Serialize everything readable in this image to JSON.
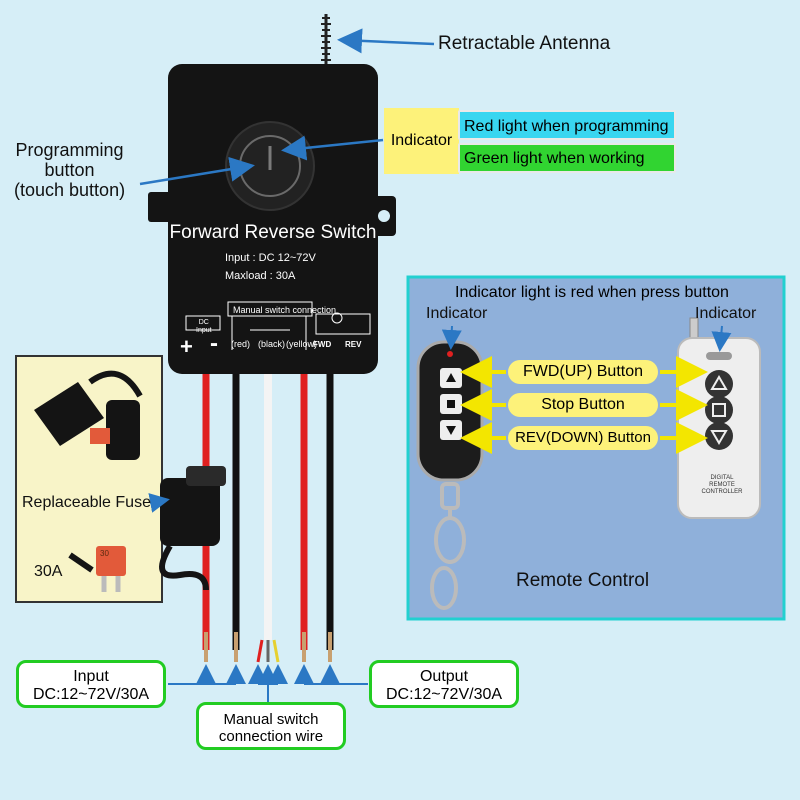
{
  "labels": {
    "antenna": "Retractable Antenna",
    "programming_line1": "Programming",
    "programming_line2": "button",
    "programming_line3": "(touch button)",
    "indicator": "Indicator",
    "red_light": "Red light when programming",
    "green_light": "Green light when working"
  },
  "device": {
    "title": "Forward Reverse Switch",
    "input": "Input : DC 12~72V",
    "maxload": "Maxload : 30A",
    "manual_switch": "Manual switch connection",
    "dc_input_1": "DC",
    "dc_input_2": "Input",
    "plus": "+",
    "minus": "-",
    "wire_red": "(red)",
    "wire_black": "(black)",
    "wire_yellow": "(yellow)",
    "fwd": "FWD",
    "rev": "REV"
  },
  "remote": {
    "panel_title": "Indicator light is red when press button",
    "indicator_left": "Indicator",
    "indicator_right": "Indicator",
    "fwd_button": "FWD(UP) Button",
    "stop_button": "Stop Button",
    "rev_button": "REV(DOWN) Button",
    "caption": "Remote Control",
    "remote_text_1": "DIGITAL REMOTE",
    "remote_text_2": "CONTROLLER"
  },
  "fuse": {
    "label": "Replaceable Fuse",
    "rating": "30A",
    "fuse_marking": "30"
  },
  "connections": {
    "input_line1": "Input",
    "input_line2": "DC:12~72V/30A",
    "output_line1": "Output",
    "output_line2": "DC:12~72V/30A",
    "manual_line1": "Manual switch",
    "manual_line2": "connection wire"
  },
  "colors": {
    "background": "#d6eef7",
    "device_body": "#141414",
    "remote_panel": "#8fb0da",
    "remote_border": "#22d0d0",
    "indicator_yellow": "#fdf27a",
    "indicator_cyan": "#39d6f0",
    "indicator_green": "#31d431",
    "arrow_blue": "#2b78c4",
    "wire_red": "#e02020",
    "wire_black": "#111111",
    "wire_white": "#f4f4f4",
    "box_green": "#22cc22"
  }
}
